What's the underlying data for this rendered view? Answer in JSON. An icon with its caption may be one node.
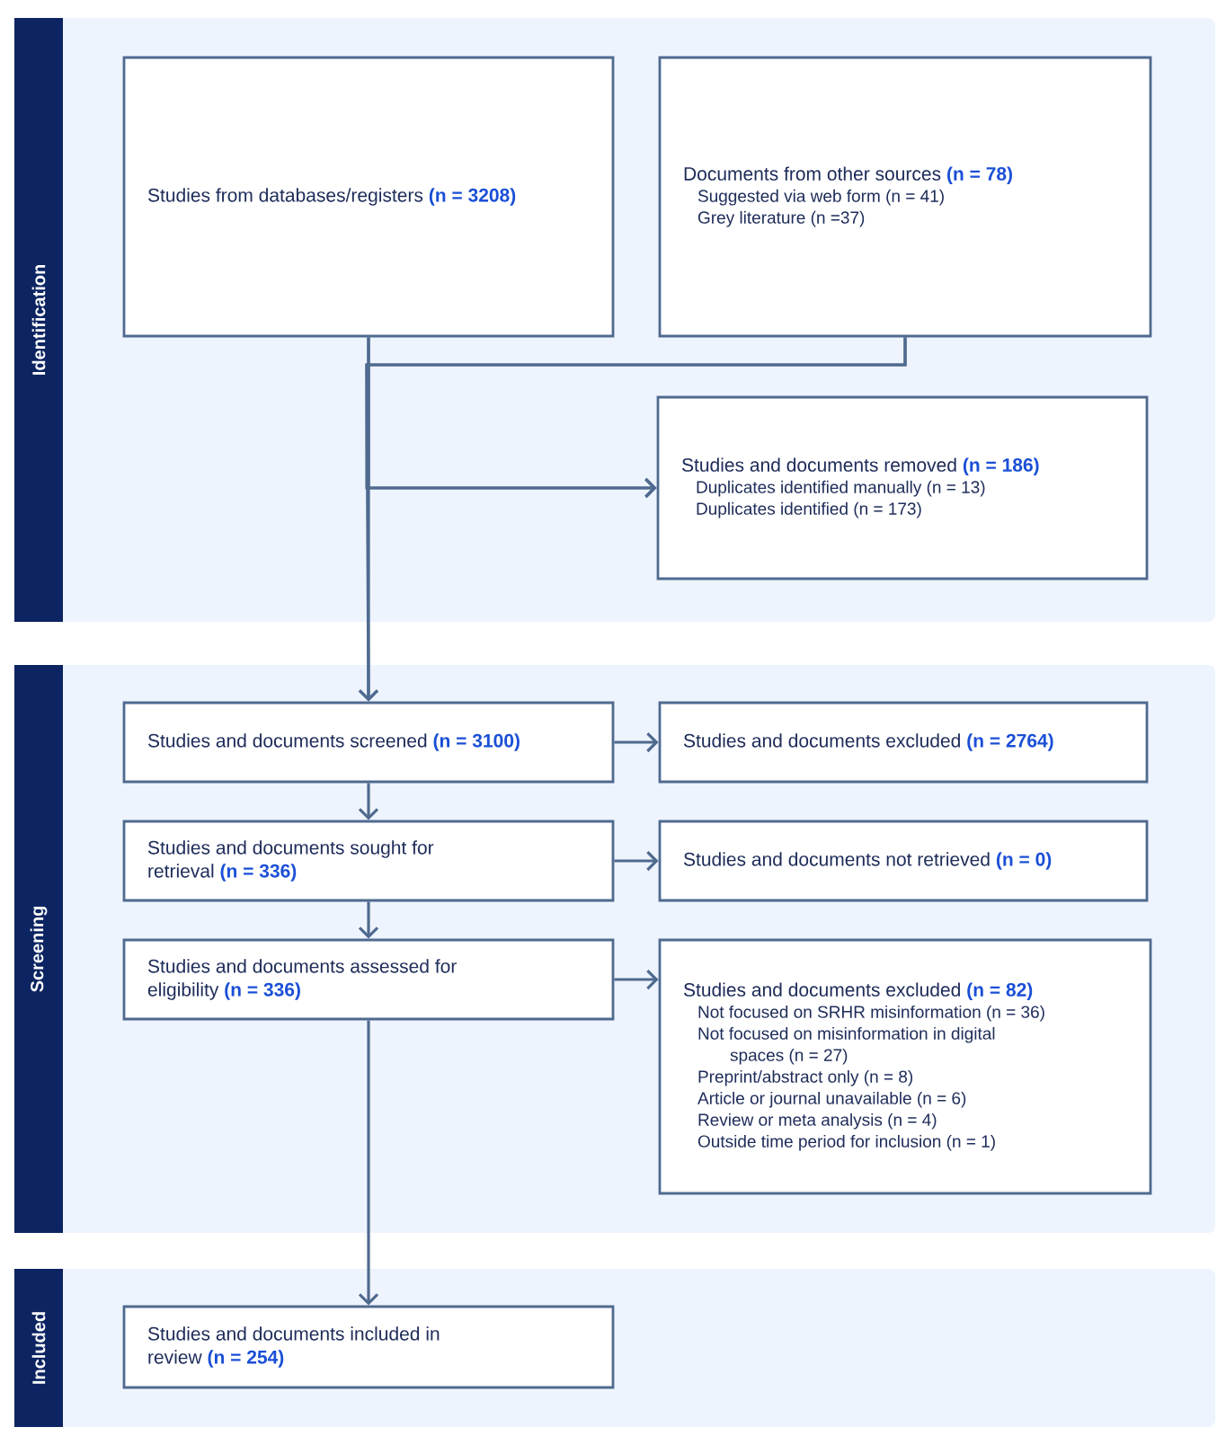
{
  "diagram": {
    "nodes": [
      {
        "text": [
          "Identification"
        ]
      },
      {
        "text": [
          "Studies from databases/registers **(n = 3208)**"
        ],
        "in": 0
      },
      {
        "text": [
          "Documents from other sources **(n = 78)**",
          "Suggested via web form (n = 41)",
          "Grey literature (n =37)"
        ],
        "in": 0
      },
      {
        "text": [
          "Studies and documents removed **(n = 186)**",
          "Duplicates identified manually (n = 13)",
          "Duplicates identified (n = 173)"
        ],
        "in": 0
      },
      {
        "text": [
          "Screening"
        ]
      },
      {
        "text": [
          "Studies and documents screened **(n = 3100)**"
        ],
        "in": 4
      },
      {
        "text": [
          "Studies and documents excluded **(n = 2764)**"
        ],
        "in": 4
      },
      {
        "text": [
          "Studies and documents sought for retrieval **(n = 336)**"
        ],
        "in": 4
      },
      {
        "text": [
          "Studies and documents not retrieved **(n = 0)**"
        ],
        "in": 4
      },
      {
        "text": [
          "Studies and documents assessed for eligibility **(n = 336)**"
        ],
        "in": 4
      },
      {
        "text": [
          "Studies and documents excluded **(n = 82)**",
          "Not focused on SRHR misinformation (n = 36)",
          "Not focused on misinformation in digital spaces (n = 27)",
          "Preprint/abstract only (n = 8)",
          "Article or journal unavailable (n = 6)",
          "Review or meta analysis (n = 4)",
          "Outside time period for inclusion (n = 1)"
        ],
        "in": 4
      },
      {
        "text": [
          "Included"
        ]
      },
      {
        "text": [
          "Studies and documents included in review **(n = 254)**"
        ],
        "in": 11
      }
    ],
    "edges": [
      {
        "from": 1,
        "to": 3,
        "arrow": "to"
      },
      {
        "from": 2,
        "to": 3,
        "arrow": "to"
      },
      {
        "from": 1,
        "to": 5,
        "arrow": "to"
      },
      {
        "from": 2,
        "to": 5,
        "arrow": "to"
      },
      {
        "from": 5,
        "to": 6,
        "arrow": "to"
      },
      {
        "from": 5,
        "to": 7,
        "arrow": "to"
      },
      {
        "from": 7,
        "to": 8,
        "arrow": "to"
      },
      {
        "from": 7,
        "to": 9,
        "arrow": "to"
      },
      {
        "from": 9,
        "to": 10,
        "arrow": "to"
      },
      {
        "from": 9,
        "to": 12,
        "arrow": "to"
      }
    ]
  }
}
